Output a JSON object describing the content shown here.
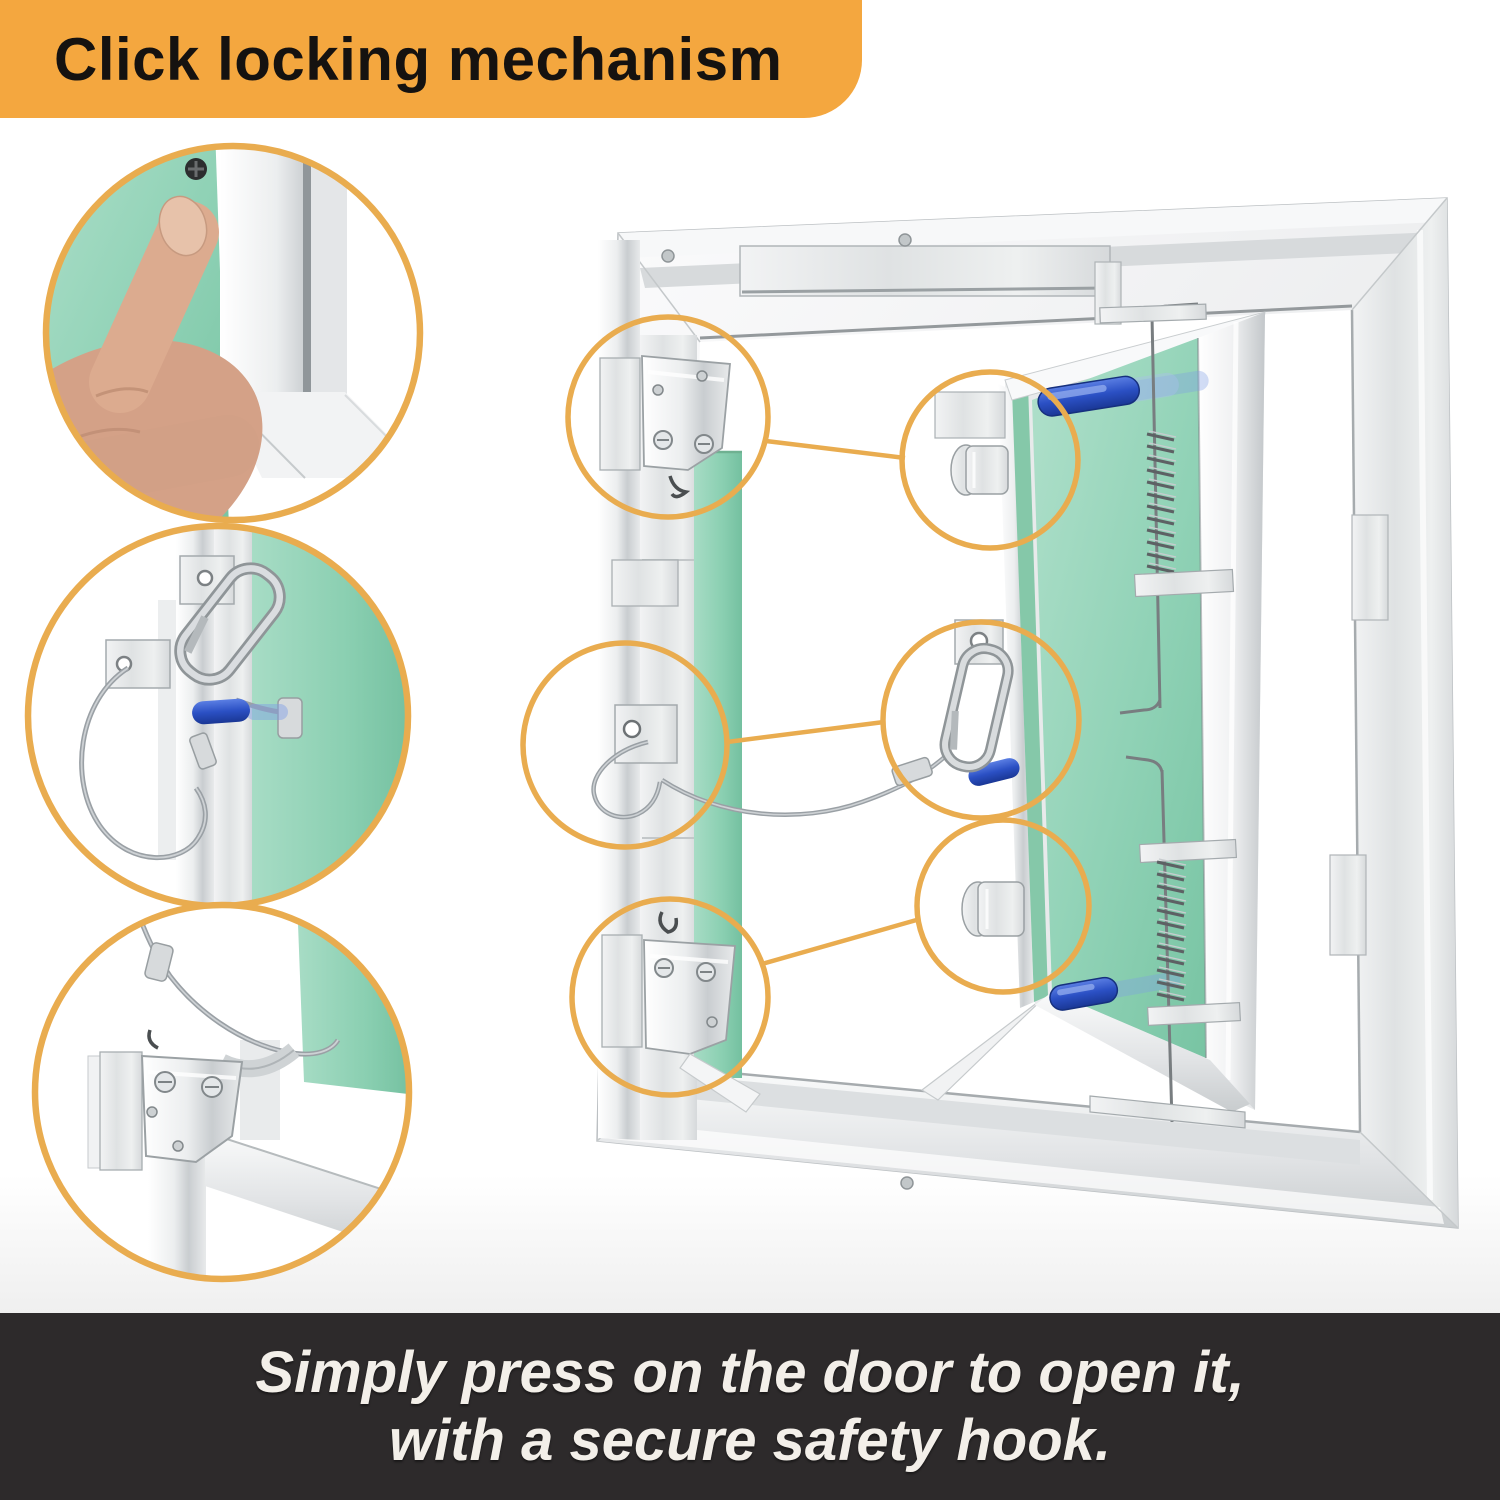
{
  "header": {
    "title": "Click locking mechanism",
    "bg_color": "#F4A73F",
    "text_color": "#151210"
  },
  "footer": {
    "line1": "Simply press on the door to open it,",
    "line2": "with a secure safety hook.",
    "bg_color": "#2D2A2B",
    "text_color": "#F3EFE9"
  },
  "figure": {
    "accent_color": "#E9AC4F",
    "panel_green": "#8FD0B4",
    "handle_blue": "#2B50C4",
    "aluminum_silver": "#D9DCDE",
    "galvanized_gray": "#E3E5E6",
    "cable_gray": "#9AA0A5",
    "inset_icons": [
      "press-to-open-photo",
      "safety-hook-photo",
      "corner-latch-photo"
    ],
    "callout_icons": [
      "top-latch",
      "door-clip-top",
      "cable-anchor",
      "carabiner-hook",
      "door-clip-bottom",
      "bottom-latch"
    ]
  }
}
